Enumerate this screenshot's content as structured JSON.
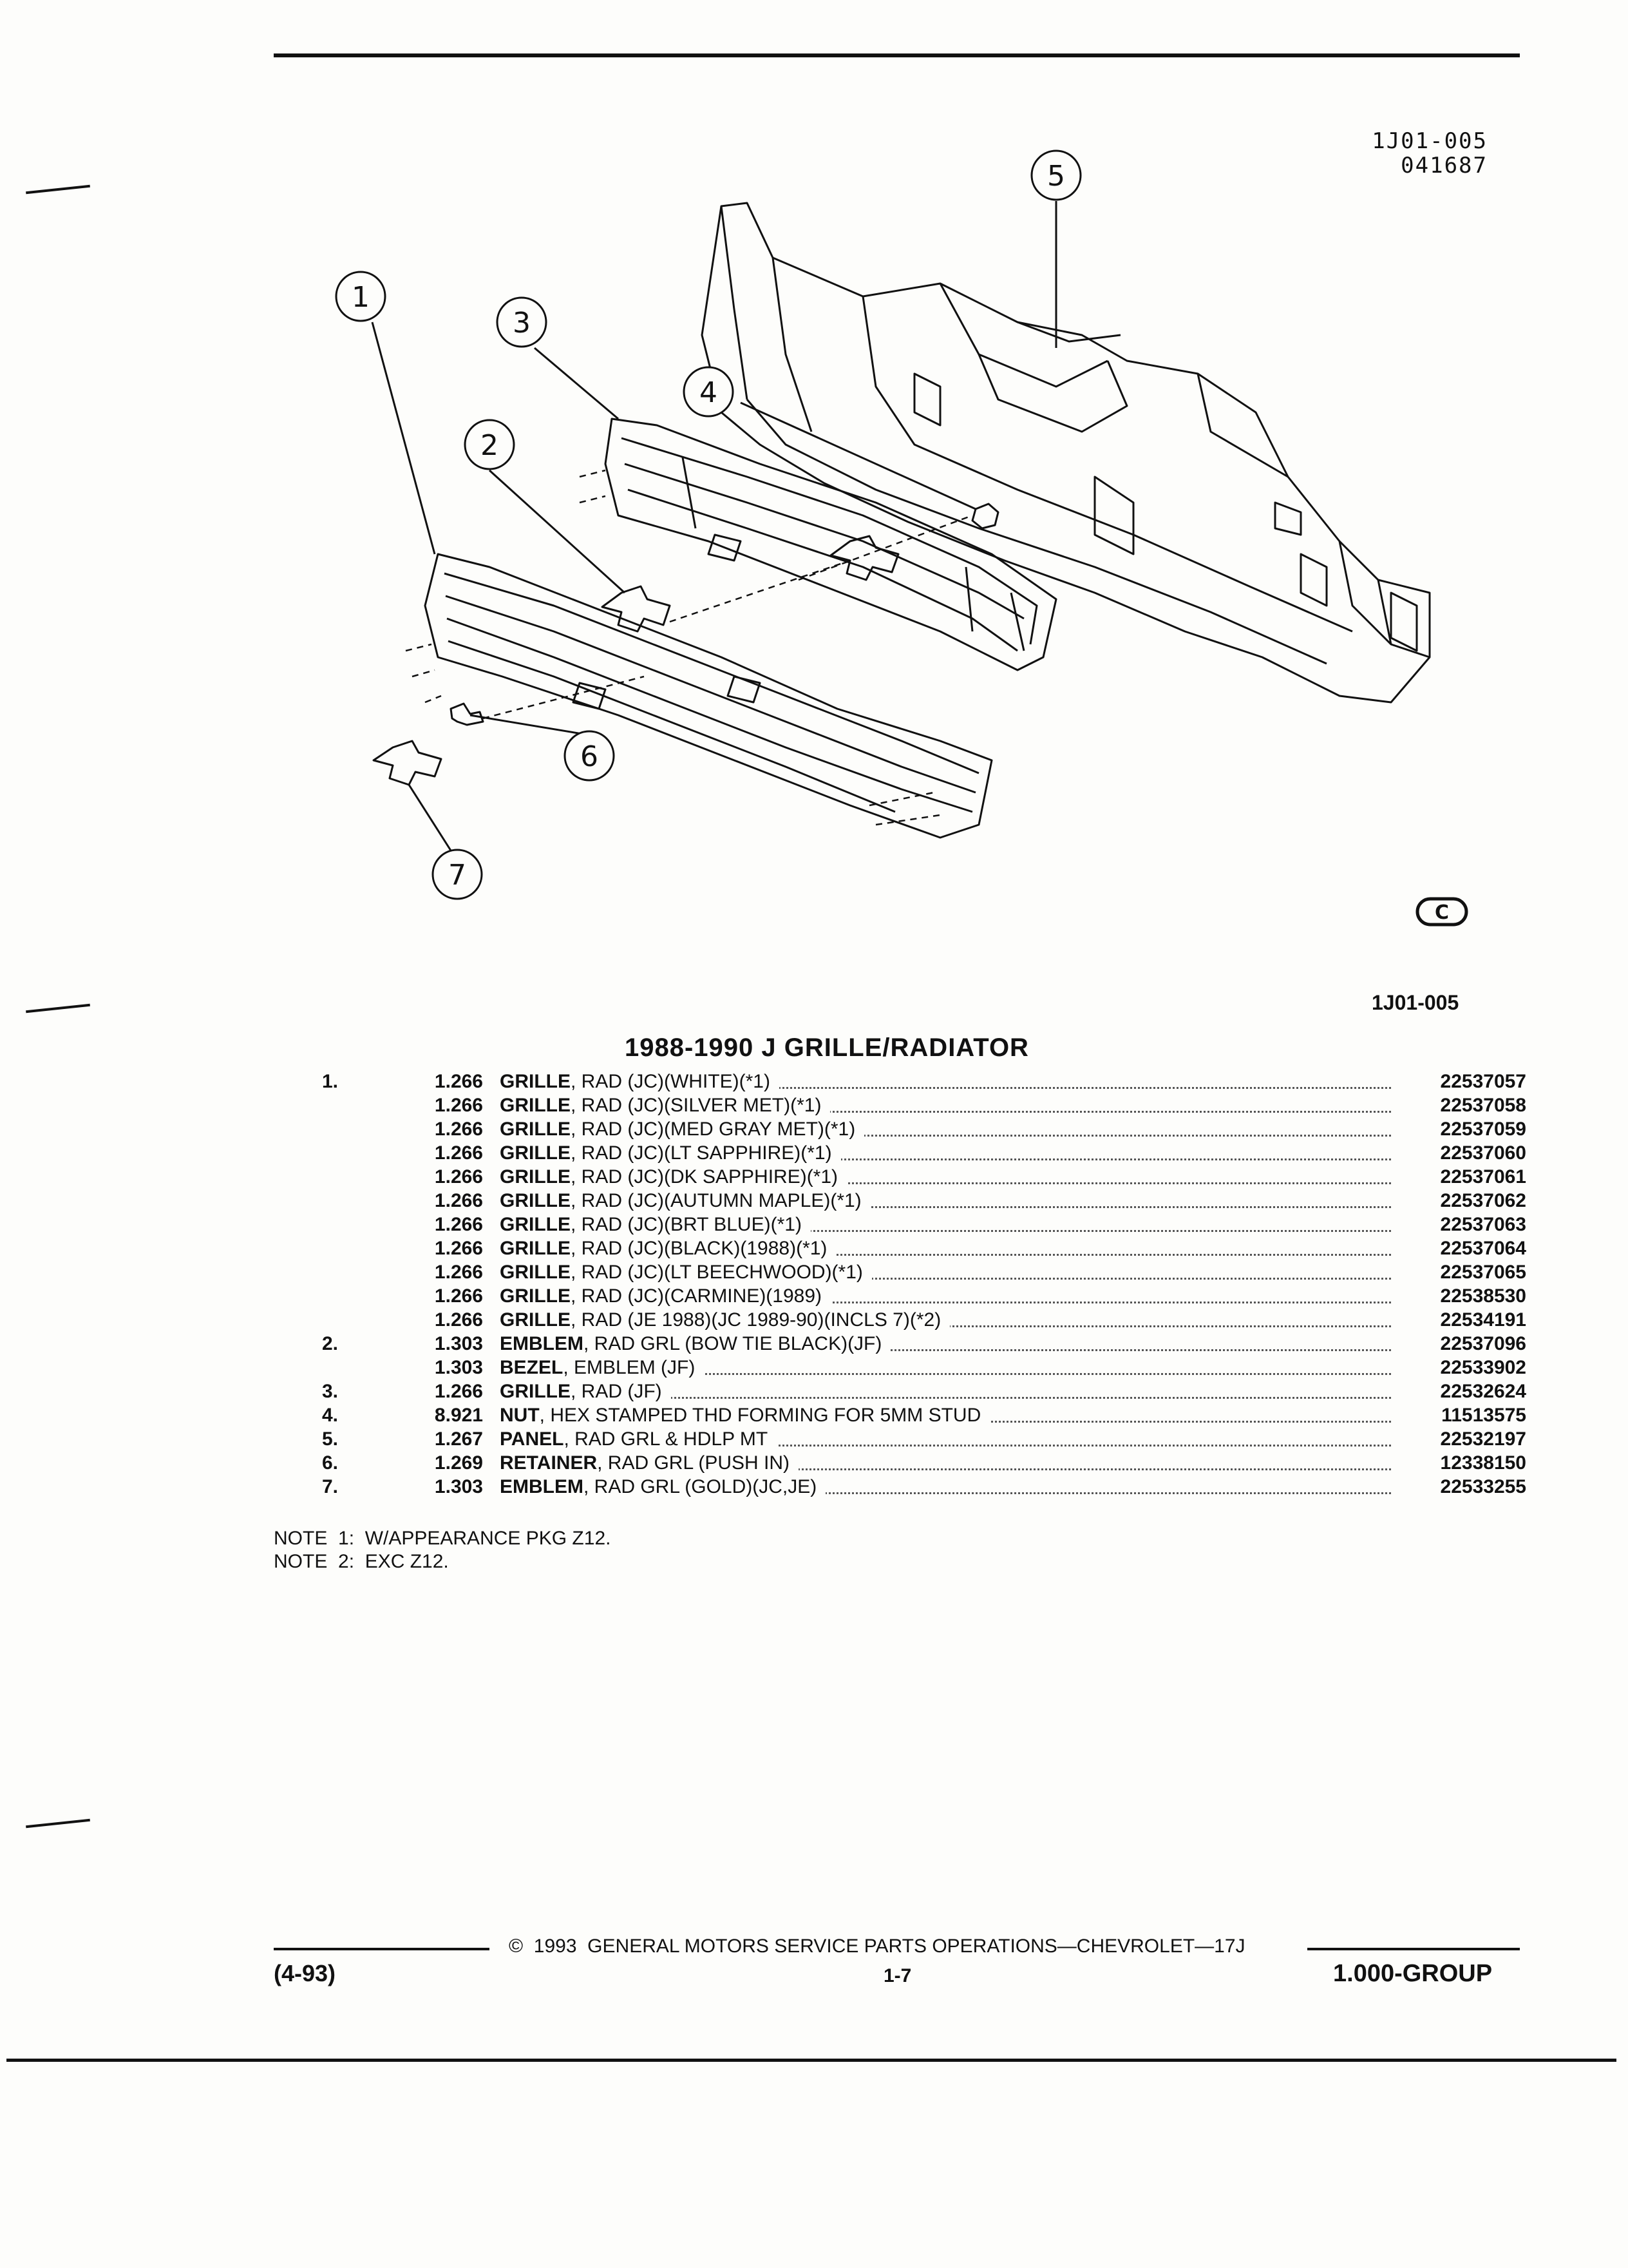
{
  "header": {
    "ref_code": "1J01-005",
    "ref_number": "041687"
  },
  "figure": {
    "callouts": [
      "1",
      "2",
      "3",
      "4",
      "5",
      "6",
      "7"
    ],
    "logo_letter": "C",
    "figure_label": "1J01-005"
  },
  "section_title": "1988-1990 J GRILLE/RADIATOR",
  "parts": [
    {
      "ref": "1.",
      "group": "1.266",
      "name": "GRILLE",
      "desc": ", RAD (JC)(WHITE)(*1)",
      "part_no": "22537057"
    },
    {
      "ref": "",
      "group": "1.266",
      "name": "GRILLE",
      "desc": ", RAD (JC)(SILVER MET)(*1)",
      "part_no": "22537058"
    },
    {
      "ref": "",
      "group": "1.266",
      "name": "GRILLE",
      "desc": ", RAD (JC)(MED GRAY MET)(*1)",
      "part_no": "22537059"
    },
    {
      "ref": "",
      "group": "1.266",
      "name": "GRILLE",
      "desc": ", RAD (JC)(LT SAPPHIRE)(*1)",
      "part_no": "22537060"
    },
    {
      "ref": "",
      "group": "1.266",
      "name": "GRILLE",
      "desc": ", RAD (JC)(DK SAPPHIRE)(*1)",
      "part_no": "22537061"
    },
    {
      "ref": "",
      "group": "1.266",
      "name": "GRILLE",
      "desc": ", RAD (JC)(AUTUMN MAPLE)(*1)",
      "part_no": "22537062"
    },
    {
      "ref": "",
      "group": "1.266",
      "name": "GRILLE",
      "desc": ", RAD (JC)(BRT BLUE)(*1)",
      "part_no": "22537063"
    },
    {
      "ref": "",
      "group": "1.266",
      "name": "GRILLE",
      "desc": ", RAD (JC)(BLACK)(1988)(*1)",
      "part_no": "22537064"
    },
    {
      "ref": "",
      "group": "1.266",
      "name": "GRILLE",
      "desc": ", RAD (JC)(LT BEECHWOOD)(*1)",
      "part_no": "22537065"
    },
    {
      "ref": "",
      "group": "1.266",
      "name": "GRILLE",
      "desc": ", RAD (JC)(CARMINE)(1989)",
      "part_no": "22538530"
    },
    {
      "ref": "",
      "group": "1.266",
      "name": "GRILLE",
      "desc": ", RAD (JE 1988)(JC 1989-90)(INCLS 7)(*2)",
      "part_no": "22534191"
    },
    {
      "ref": "2.",
      "group": "1.303",
      "name": "EMBLEM",
      "desc": ", RAD GRL (BOW TIE BLACK)(JF)",
      "part_no": "22537096"
    },
    {
      "ref": "",
      "group": "1.303",
      "name": "BEZEL",
      "desc": ", EMBLEM (JF)",
      "part_no": "22533902"
    },
    {
      "ref": "3.",
      "group": "1.266",
      "name": "GRILLE",
      "desc": ", RAD (JF)",
      "part_no": "22532624"
    },
    {
      "ref": "4.",
      "group": "8.921",
      "name": "NUT",
      "desc": ", HEX STAMPED THD FORMING FOR 5MM STUD",
      "part_no": "11513575"
    },
    {
      "ref": "5.",
      "group": "1.267",
      "name": "PANEL",
      "desc": ", RAD GRL & HDLP MT",
      "part_no": "22532197"
    },
    {
      "ref": "6.",
      "group": "1.269",
      "name": "RETAINER",
      "desc": ", RAD GRL (PUSH IN)",
      "part_no": "12338150"
    },
    {
      "ref": "7.",
      "group": "1.303",
      "name": "EMBLEM",
      "desc": ", RAD GRL (GOLD)(JC,JE)",
      "part_no": "22533255"
    }
  ],
  "notes": [
    "NOTE  1:  W/APPEARANCE PKG Z12.",
    "NOTE  2:  EXC Z12."
  ],
  "footer": {
    "copyright": "©  1993  GENERAL MOTORS SERVICE PARTS OPERATIONS—CHEVROLET—17J",
    "date_code": "(4-93)",
    "page": "1-7",
    "group": "1.000-GROUP"
  }
}
